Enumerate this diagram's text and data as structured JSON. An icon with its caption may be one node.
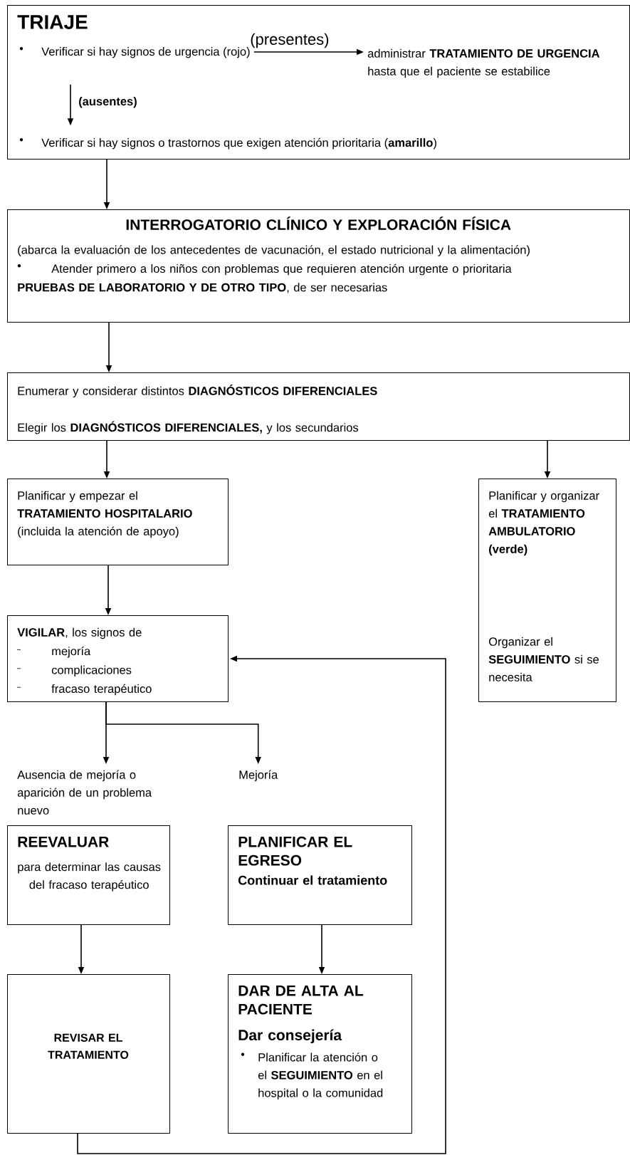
{
  "diagram": {
    "nodes": [
      {
        "text": [
          "TRIAJE"
        ]
      },
      {
        "text": [
          "Verificar si hay signos de urgencia (rojo)"
        ],
        "in": 0
      },
      {
        "text": [
          "administrar **TRATAMIENTO DE URGENCIA** hasta que el paciente se estabilice"
        ],
        "in": 0
      },
      {
        "text": [
          "Verificar si hay signos o trastornos que exigen atención prioritaria (**amarillo**)"
        ],
        "in": 0
      },
      {
        "text": [
          "INTERROGATORIO CLÍNICO Y EXPLORACIÓN FÍSICA",
          "(abarca la evaluación de los antecedentes de vacunación, el estado nutricional y la alimentación)",
          "Atender primero a los niños con problemas que requieren atención urgente o prioritaria",
          "**PRUEBAS DE LABORATORIO Y DE OTRO TIPO**, de ser necesarias"
        ]
      },
      {
        "text": [
          "Enumerar y considerar distintos **DIAGNÓSTICOS DIFERENCIALES**",
          "Elegir los **DIAGNÓSTICOS DIFERENCIALES,** y los secundarios"
        ]
      },
      {
        "text": [
          "Planificar y empezar el **TRATAMIENTO HOSPITALARIO** (incluida la atención de apoyo)"
        ]
      },
      {
        "text": [
          "Planificar y organizar el **TRATAMIENTO AMBULATORIO (verde)**",
          "Organizar el **SEGUIMIENTO** si se necesita"
        ]
      },
      {
        "text": [
          "**VIGILAR**, los signos de",
          "mejoría",
          "complicaciones",
          "fracaso terapéutico"
        ]
      },
      {
        "text": [
          "Ausencia de mejoría o aparición de un problema nuevo"
        ]
      },
      {
        "text": [
          "Mejoría"
        ]
      },
      {
        "text": [
          "REEVALUAR",
          "para determinar las causas del fracaso terapéutico"
        ]
      },
      {
        "text": [
          "PLANIFICAR EL EGRESO",
          "Continuar el tratamiento"
        ]
      },
      {
        "text": [
          "REVISAR EL TRATAMIENTO"
        ]
      },
      {
        "text": [
          "DAR DE ALTA AL PACIENTE",
          "Dar consejería",
          "Planificar la atención o el **SEGUIMIENTO** en el hospital o la comunidad"
        ]
      }
    ],
    "edges": [
      {
        "from": 1,
        "to": 2,
        "arrow": "to",
        "label": "(presentes)"
      },
      {
        "from": 1,
        "to": 3,
        "arrow": "to",
        "label": "(ausentes)"
      },
      {
        "from": 0,
        "to": 4,
        "arrow": "to"
      },
      {
        "from": 4,
        "to": 5,
        "arrow": "to"
      },
      {
        "from": 5,
        "to": 6,
        "arrow": "to"
      },
      {
        "from": 5,
        "to": 7,
        "arrow": "to"
      },
      {
        "from": 6,
        "to": 8,
        "arrow": "to"
      },
      {
        "from": 8,
        "to": 9,
        "arrow": "to"
      },
      {
        "from": 8,
        "to": 10,
        "arrow": "to"
      },
      {
        "from": 11,
        "to": 13,
        "arrow": "to"
      },
      {
        "from": 12,
        "to": 14,
        "arrow": "to"
      },
      {
        "from": 13,
        "to": 8,
        "arrow": "to"
      }
    ]
  }
}
